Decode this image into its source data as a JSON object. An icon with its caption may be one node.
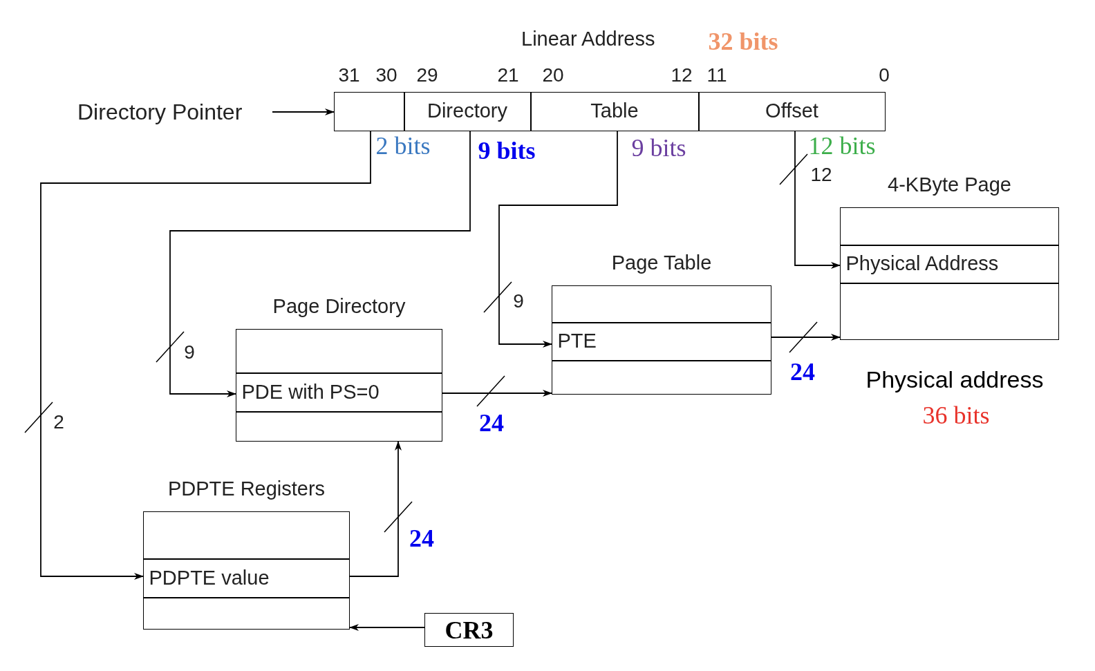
{
  "diagram": {
    "nodes": [
      {
        "text": [
          "Linear Address"
        ],
        "beside": [
          "32 bits"
        ]
      },
      {
        "text": [],
        "shape": "box",
        "in": 0,
        "beside": [
          "2 bits"
        ]
      },
      {
        "text": [
          "Directory"
        ],
        "in": 0,
        "beside": [
          "9 bits"
        ]
      },
      {
        "text": [
          "Table"
        ],
        "in": 0,
        "beside": [
          "9 bits"
        ]
      },
      {
        "text": [
          "Offset"
        ],
        "in": 0,
        "beside": [
          "12 bits"
        ]
      },
      {
        "text": [
          "Directory Pointer"
        ]
      },
      {
        "text": [
          "4-KByte Page"
        ]
      },
      {
        "text": [],
        "shape": "box",
        "in": 6
      },
      {
        "text": [
          "Physical Address"
        ],
        "in": 6
      },
      {
        "text": [],
        "shape": "box",
        "in": 6
      },
      {
        "text": [
          "Page Table"
        ]
      },
      {
        "text": [],
        "shape": "box",
        "in": 10
      },
      {
        "text": [
          "PTE"
        ],
        "in": 10
      },
      {
        "text": [],
        "shape": "box",
        "in": 10
      },
      {
        "text": [
          "Page Directory"
        ]
      },
      {
        "text": [],
        "shape": "box",
        "in": 14
      },
      {
        "text": [
          "PDE with PS=0"
        ],
        "in": 14
      },
      {
        "text": [],
        "shape": "box",
        "in": 14
      },
      {
        "text": [
          "PDPTE Registers"
        ]
      },
      {
        "text": [],
        "shape": "box",
        "in": 18
      },
      {
        "text": [
          "PDPTE value"
        ],
        "in": 18
      },
      {
        "text": [],
        "shape": "box",
        "in": 18
      },
      {
        "text": [
          "CR3"
        ]
      }
    ],
    "edges": [
      {
        "from": 5,
        "to": 0,
        "arrow": "to"
      },
      {
        "from": 1,
        "to": 20,
        "arrow": "to",
        "label": "2"
      },
      {
        "from": 2,
        "to": 16,
        "arrow": "to",
        "label": "9"
      },
      {
        "from": 3,
        "to": 12,
        "arrow": "to",
        "label": "9"
      },
      {
        "from": 4,
        "to": 8,
        "arrow": "to",
        "label": "12"
      },
      {
        "from": 16,
        "to": 13,
        "arrow": "to",
        "label": "24"
      },
      {
        "from": 12,
        "to": 9,
        "arrow": "to",
        "label": "24"
      },
      {
        "from": 20,
        "to": 14,
        "arrow": "to",
        "label": "24"
      },
      {
        "from": 22,
        "to": 18,
        "arrow": "to"
      }
    ],
    "labels": [
      "31",
      "30",
      "29",
      "21",
      "20",
      "12",
      "11",
      "0",
      "Physical address",
      "36 bits"
    ]
  }
}
